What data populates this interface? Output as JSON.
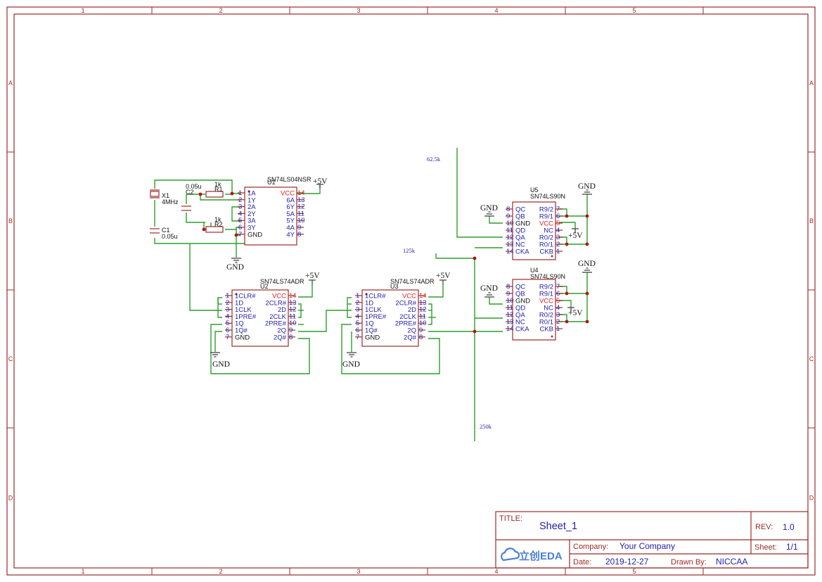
{
  "frame": {
    "columns": [
      "1",
      "2",
      "3",
      "4",
      "5"
    ],
    "rows": [
      "A",
      "B",
      "C",
      "D"
    ]
  },
  "parts": {
    "u1": {
      "ref": "U1",
      "value": "SN74LS04NSR",
      "pins_left": [
        {
          "n": "1",
          "name": "1A"
        },
        {
          "n": "2",
          "name": "1Y"
        },
        {
          "n": "3",
          "name": "2A"
        },
        {
          "n": "4",
          "name": "2Y"
        },
        {
          "n": "5",
          "name": "3A"
        },
        {
          "n": "6",
          "name": "3Y"
        },
        {
          "n": "7",
          "name": "GND"
        }
      ],
      "pins_right": [
        {
          "n": "14",
          "name": "VCC"
        },
        {
          "n": "13",
          "name": "6A"
        },
        {
          "n": "12",
          "name": "6Y"
        },
        {
          "n": "11",
          "name": "5A"
        },
        {
          "n": "10",
          "name": "5Y"
        },
        {
          "n": "9",
          "name": "4A"
        },
        {
          "n": "8",
          "name": "4Y"
        }
      ]
    },
    "u2": {
      "ref": "U2",
      "value": "SN74LS74ADR",
      "pins_left": [
        {
          "n": "1",
          "name": "1CLR#"
        },
        {
          "n": "2",
          "name": "1D"
        },
        {
          "n": "3",
          "name": "1CLK"
        },
        {
          "n": "4",
          "name": "1PRE#"
        },
        {
          "n": "5",
          "name": "1Q"
        },
        {
          "n": "6",
          "name": "1Q#"
        },
        {
          "n": "7",
          "name": "GND"
        }
      ],
      "pins_right": [
        {
          "n": "14",
          "name": "VCC"
        },
        {
          "n": "13",
          "name": "2CLR#"
        },
        {
          "n": "12",
          "name": "2D"
        },
        {
          "n": "11",
          "name": "2CLK"
        },
        {
          "n": "10",
          "name": "2PRE#"
        },
        {
          "n": "9",
          "name": "2Q"
        },
        {
          "n": "8",
          "name": "2Q#"
        }
      ]
    },
    "u3": {
      "ref": "U3",
      "value": "SN74LS74ADR",
      "pins_left": [
        {
          "n": "1",
          "name": "1CLR#"
        },
        {
          "n": "2",
          "name": "1D"
        },
        {
          "n": "3",
          "name": "1CLK"
        },
        {
          "n": "4",
          "name": "1PRE#"
        },
        {
          "n": "5",
          "name": "1Q"
        },
        {
          "n": "6",
          "name": "1Q#"
        },
        {
          "n": "7",
          "name": "GND"
        }
      ],
      "pins_right": [
        {
          "n": "14",
          "name": "VCC"
        },
        {
          "n": "13",
          "name": "2CLR#"
        },
        {
          "n": "12",
          "name": "2D"
        },
        {
          "n": "11",
          "name": "2CLK"
        },
        {
          "n": "10",
          "name": "2PRE#"
        },
        {
          "n": "9",
          "name": "2Q"
        },
        {
          "n": "8",
          "name": "2Q#"
        }
      ]
    },
    "u5": {
      "ref": "U5",
      "value": "SN74LS90N",
      "pins_left": [
        {
          "n": "8",
          "name": "QC"
        },
        {
          "n": "9",
          "name": "QB"
        },
        {
          "n": "10",
          "name": "GND"
        },
        {
          "n": "11",
          "name": "QD"
        },
        {
          "n": "12",
          "name": "QA"
        },
        {
          "n": "13",
          "name": "NC"
        },
        {
          "n": "14",
          "name": "CKA"
        }
      ],
      "pins_right": [
        {
          "n": "7",
          "name": "R9/2"
        },
        {
          "n": "6",
          "name": "R9/1"
        },
        {
          "n": "5",
          "name": "VCC"
        },
        {
          "n": "4",
          "name": "NC"
        },
        {
          "n": "3",
          "name": "R0/2"
        },
        {
          "n": "2",
          "name": "R0/1"
        },
        {
          "n": "1",
          "name": "CKB"
        }
      ]
    },
    "u4": {
      "ref": "U4",
      "value": "SN74LS90N",
      "pins_left": [
        {
          "n": "8",
          "name": "QC"
        },
        {
          "n": "9",
          "name": "QB"
        },
        {
          "n": "10",
          "name": "GND"
        },
        {
          "n": "11",
          "name": "QD"
        },
        {
          "n": "12",
          "name": "QA"
        },
        {
          "n": "13",
          "name": "NC"
        },
        {
          "n": "14",
          "name": "CKA"
        }
      ],
      "pins_right": [
        {
          "n": "7",
          "name": "R9/2"
        },
        {
          "n": "6",
          "name": "R9/1"
        },
        {
          "n": "5",
          "name": "VCC"
        },
        {
          "n": "4",
          "name": "NC"
        },
        {
          "n": "3",
          "name": "R0/2"
        },
        {
          "n": "2",
          "name": "R0/1"
        },
        {
          "n": "1",
          "name": "CKB"
        }
      ]
    }
  },
  "passives": {
    "x1": {
      "ref": "X1",
      "value": "4MHz"
    },
    "c1": {
      "ref": "C1",
      "value": "0.05u"
    },
    "c2": {
      "ref": "C2",
      "value": "0.05u"
    },
    "r1": {
      "ref": "R1",
      "value": "1k"
    },
    "r2": {
      "ref": "R2",
      "value": "1k"
    }
  },
  "power": {
    "vcc": "+5V",
    "gnd": "GND"
  },
  "nets": {
    "n62": "62.5k",
    "n125": "125k",
    "n250": "250k"
  },
  "title_block": {
    "title_label": "TITLE:",
    "sheet_name": "Sheet_1",
    "rev_label": "REV:",
    "rev_value": "1.0",
    "company_label": "Company:",
    "company_value": "Your Company",
    "sheet_label": "Sheet:",
    "sheet_value": "1/1",
    "date_label": "Date:",
    "date_value": "2019-12-27",
    "drawn_label": "Drawn By:",
    "drawn_value": "NICCAA",
    "logo_text": "立创EDA"
  },
  "colors": {
    "frame": "#9c2a2a",
    "wire": "#2e9e2e",
    "pin_text": "#2222aa",
    "vcc_pin": "#e02222",
    "junction": "#b01515"
  }
}
